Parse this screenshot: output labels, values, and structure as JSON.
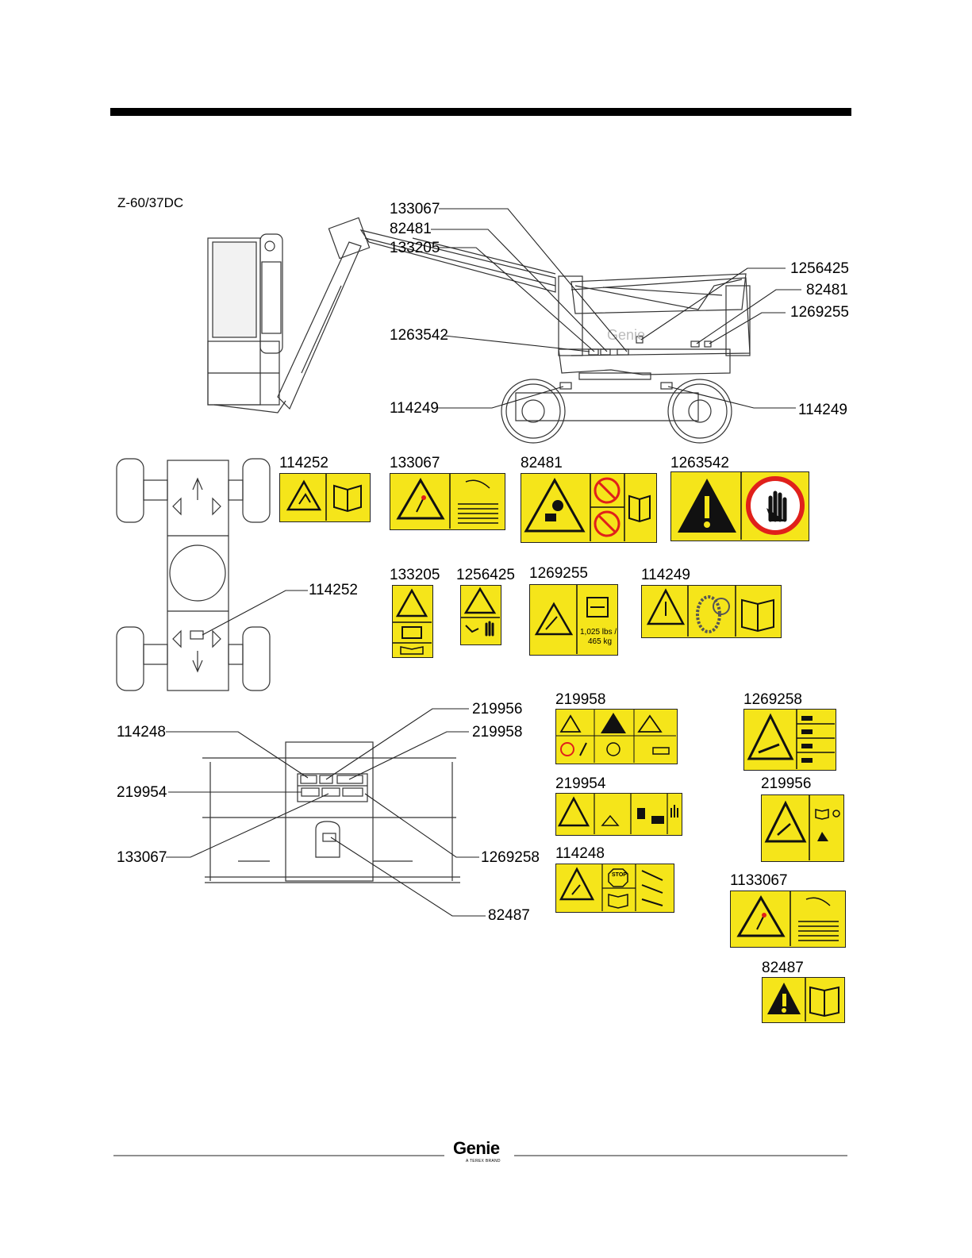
{
  "model": "Z-60/37DC",
  "callouts": {
    "side_view": [
      "133067",
      "82481",
      "133205",
      "1263542",
      "114249",
      "1256425",
      "82481",
      "1269255",
      "114249"
    ],
    "chassis_view": [
      "114252"
    ],
    "platform_view": [
      "114248",
      "219954",
      "133067",
      "219956",
      "219958",
      "1269258",
      "82487"
    ]
  },
  "decals": {
    "d114252": "114252",
    "d133067": "133067",
    "d82481": "82481",
    "d1263542": "1263542",
    "d133205": "133205",
    "d1256425": "1256425",
    "d1269255": "1269255",
    "d114249": "114249",
    "d219958": "219958",
    "d1269258": "1269258",
    "d219954": "219954",
    "d219956": "219956",
    "d114248": "114248",
    "d1133067": "1133067",
    "d82487": "82487"
  },
  "decal_text": {
    "weight": "1,025 lbs /",
    "weight_kg": "465 kg",
    "stop": "STOP"
  },
  "footer": {
    "brand": "Genie",
    "sub": "A TEREX BRAND"
  },
  "colors": {
    "decal_yellow": "#f5e51a",
    "prohibition_red": "#e0201b",
    "header_bar": "#000000"
  }
}
